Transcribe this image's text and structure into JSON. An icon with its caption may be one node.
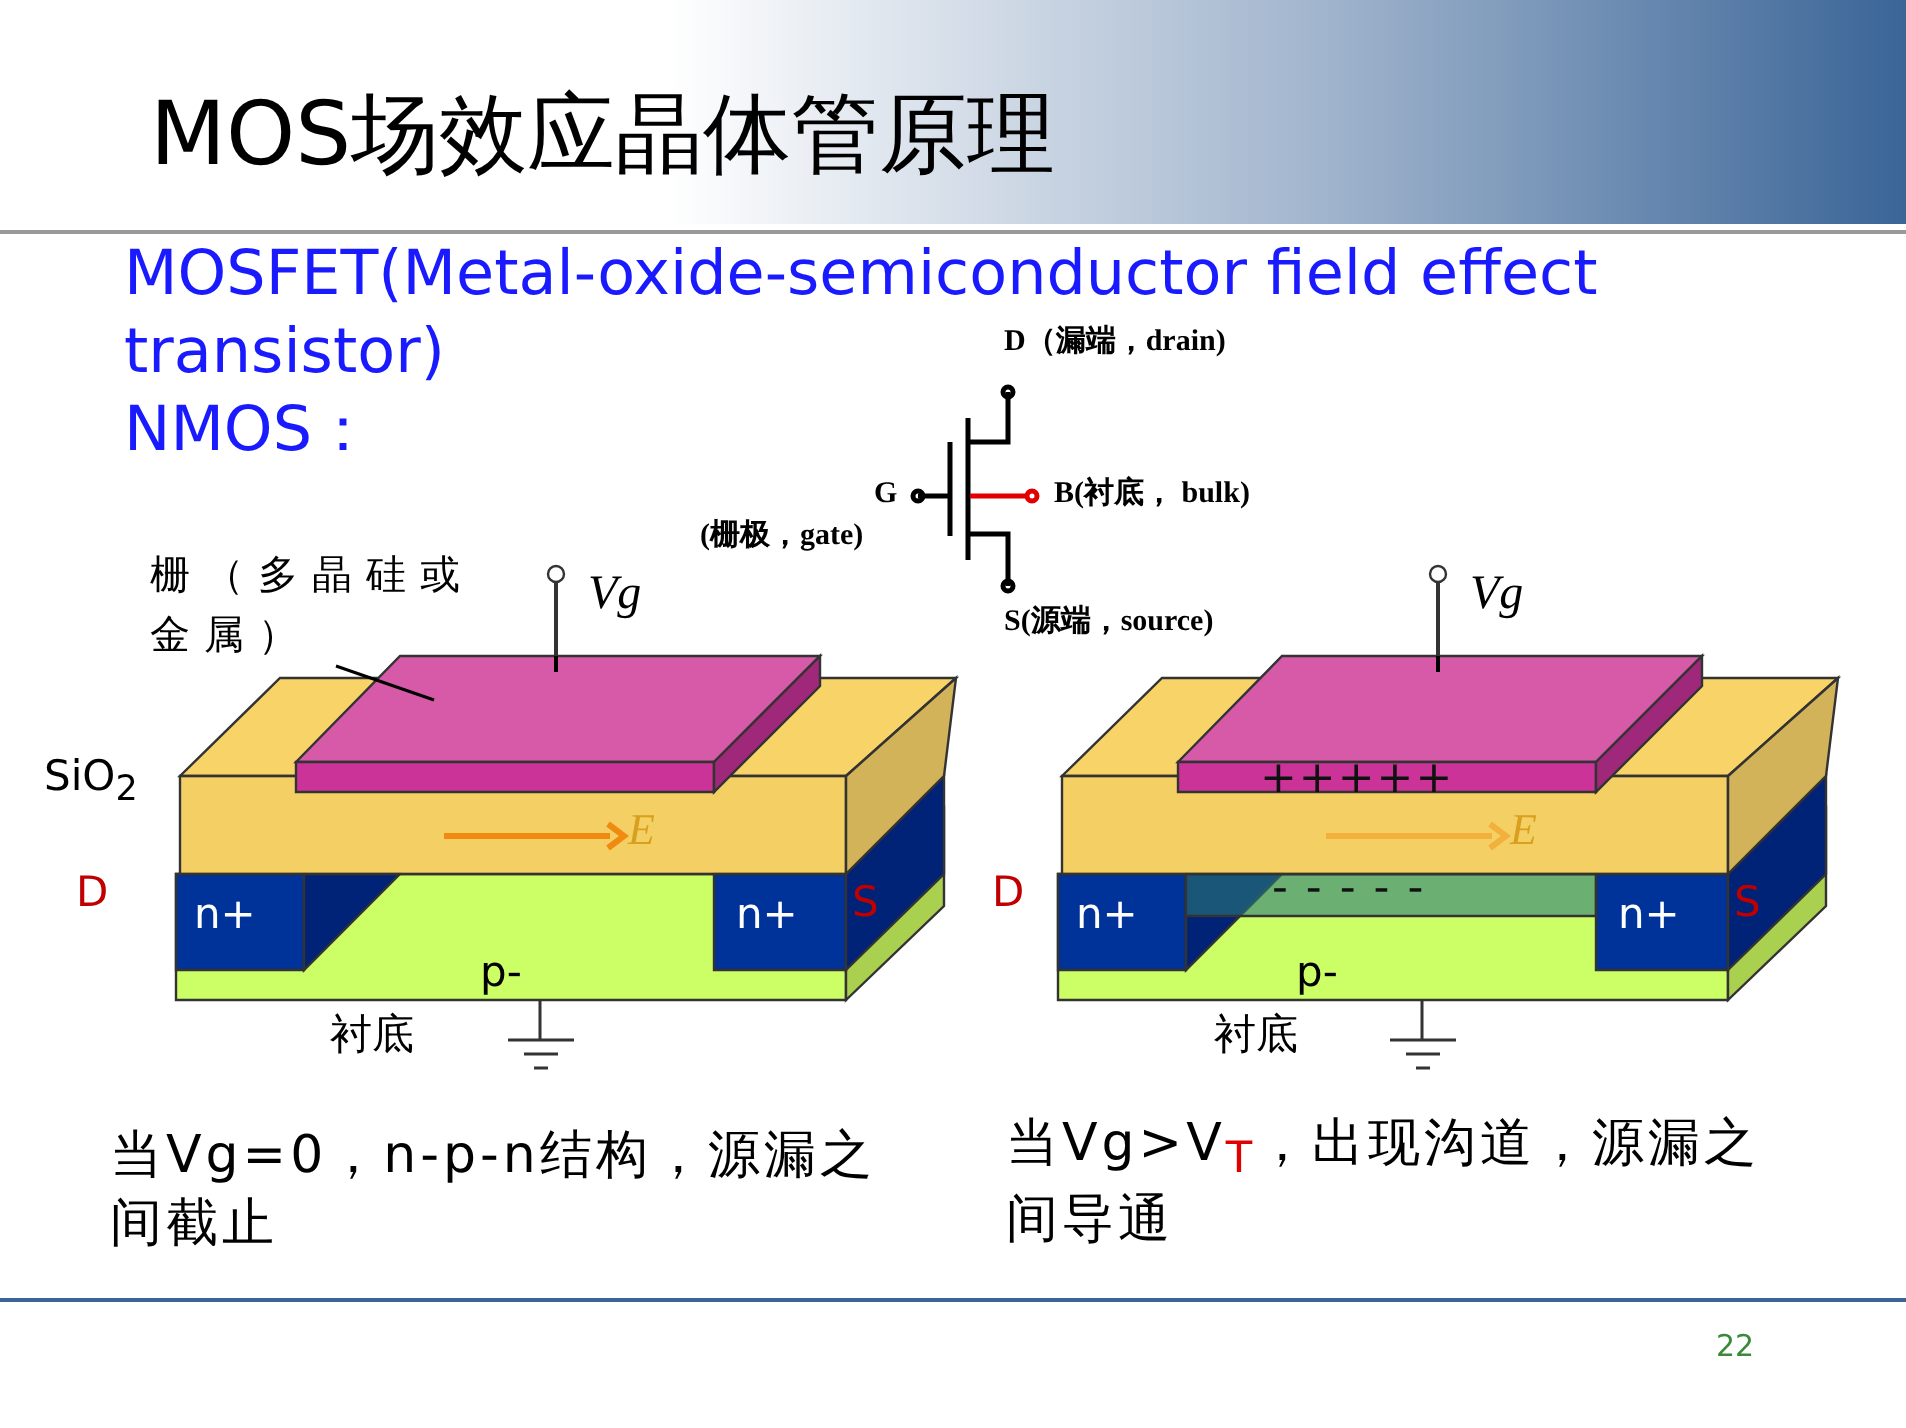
{
  "diagram": {
    "title": "MOS场效应晶体管原理",
    "nodes": [
      {
        "text": [
          "栅（多晶硅或金属）"
        ]
      },
      {
        "text": [],
        "shape": "box"
      },
      {
        "text": [],
        "shape": "box"
      }
    ],
    "edges": [
      {
        "from": 0,
        "to": 1,
        "arrow": "none"
      }
    ],
    "labels": [
      "MOSFET(Metal-oxide-semiconductor field effect transistor)",
      "NMOS：",
      "D（漏端，drain)",
      "G",
      "B(衬底， bulk)",
      "(栅极，gate)",
      "S(源端，source)",
      "Vg",
      "Vg",
      "SiO$_{2}$",
      "E",
      "D",
      "n+",
      "n+",
      "S",
      "p-",
      "衬底",
      "+++++",
      "E",
      "D",
      "n+",
      "- - - - -",
      "n+",
      "S",
      "p-",
      "衬底",
      "当Vg=0，n-p-n结构，源漏之间截止",
      "当Vg>V$_{T}$，出现沟道，源漏之间导通",
      "22"
    ]
  }
}
